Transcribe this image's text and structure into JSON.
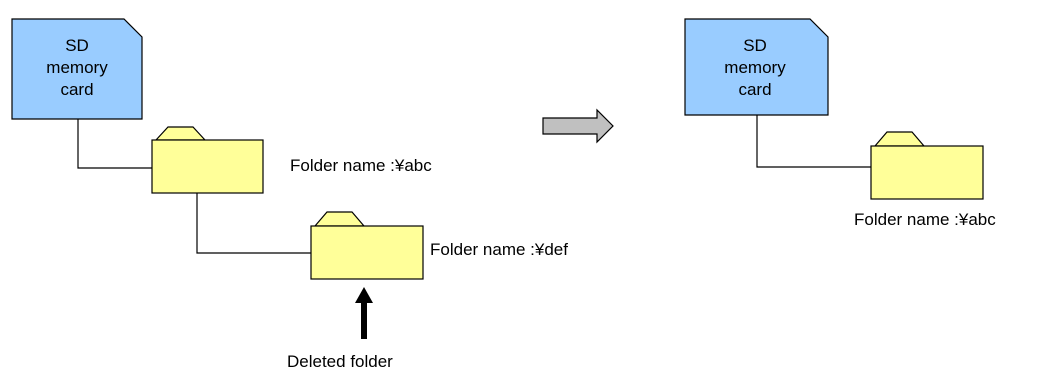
{
  "left": {
    "card": {
      "lines": [
        "SD",
        "memory",
        "card"
      ]
    },
    "folder_abc_label": "Folder name :¥abc",
    "folder_def_label": "Folder name :¥def",
    "deleted_label": "Deleted folder"
  },
  "right": {
    "card": {
      "lines": [
        "SD",
        "memory",
        "card"
      ]
    },
    "folder_abc_label": "Folder name :¥abc"
  },
  "colors": {
    "card_fill": "#99ccff",
    "folder_fill": "#ffff99",
    "transition_arrow_fill": "#c0c0c0",
    "stroke": "#000000"
  },
  "icons": {
    "card": "sd-card-icon",
    "folder": "folder-icon",
    "pointer": "up-arrow-icon",
    "transition": "right-arrow-icon"
  }
}
